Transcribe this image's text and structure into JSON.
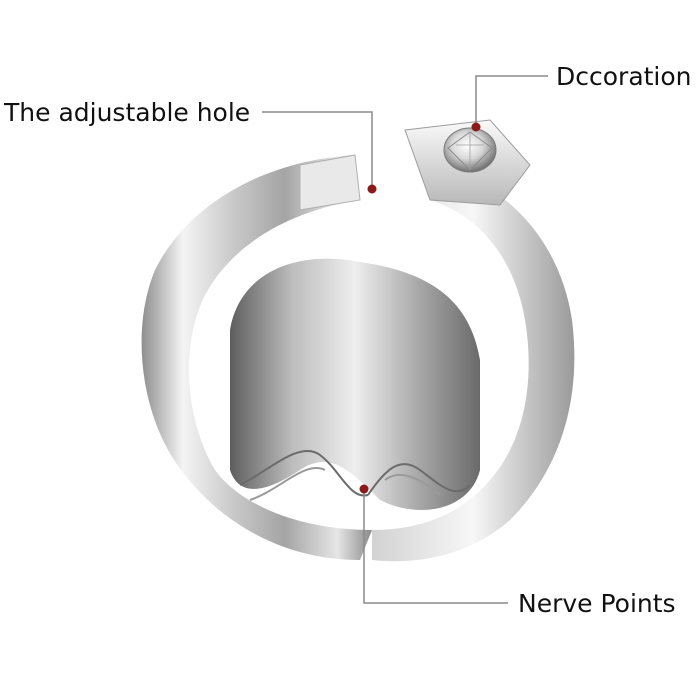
{
  "labels": {
    "adjustable_hole": "The adjustable hole",
    "decoration": "Dccoration",
    "nerve_points": "Nerve Points"
  },
  "colors": {
    "leader_line": "#8a8a8a",
    "marker_dot": "#8b1a1a",
    "label_text": "#111111",
    "background": "#ffffff"
  },
  "illustration": {
    "subject": "open adjustable silver ring with gem decoration",
    "icon": "ring-icon"
  }
}
